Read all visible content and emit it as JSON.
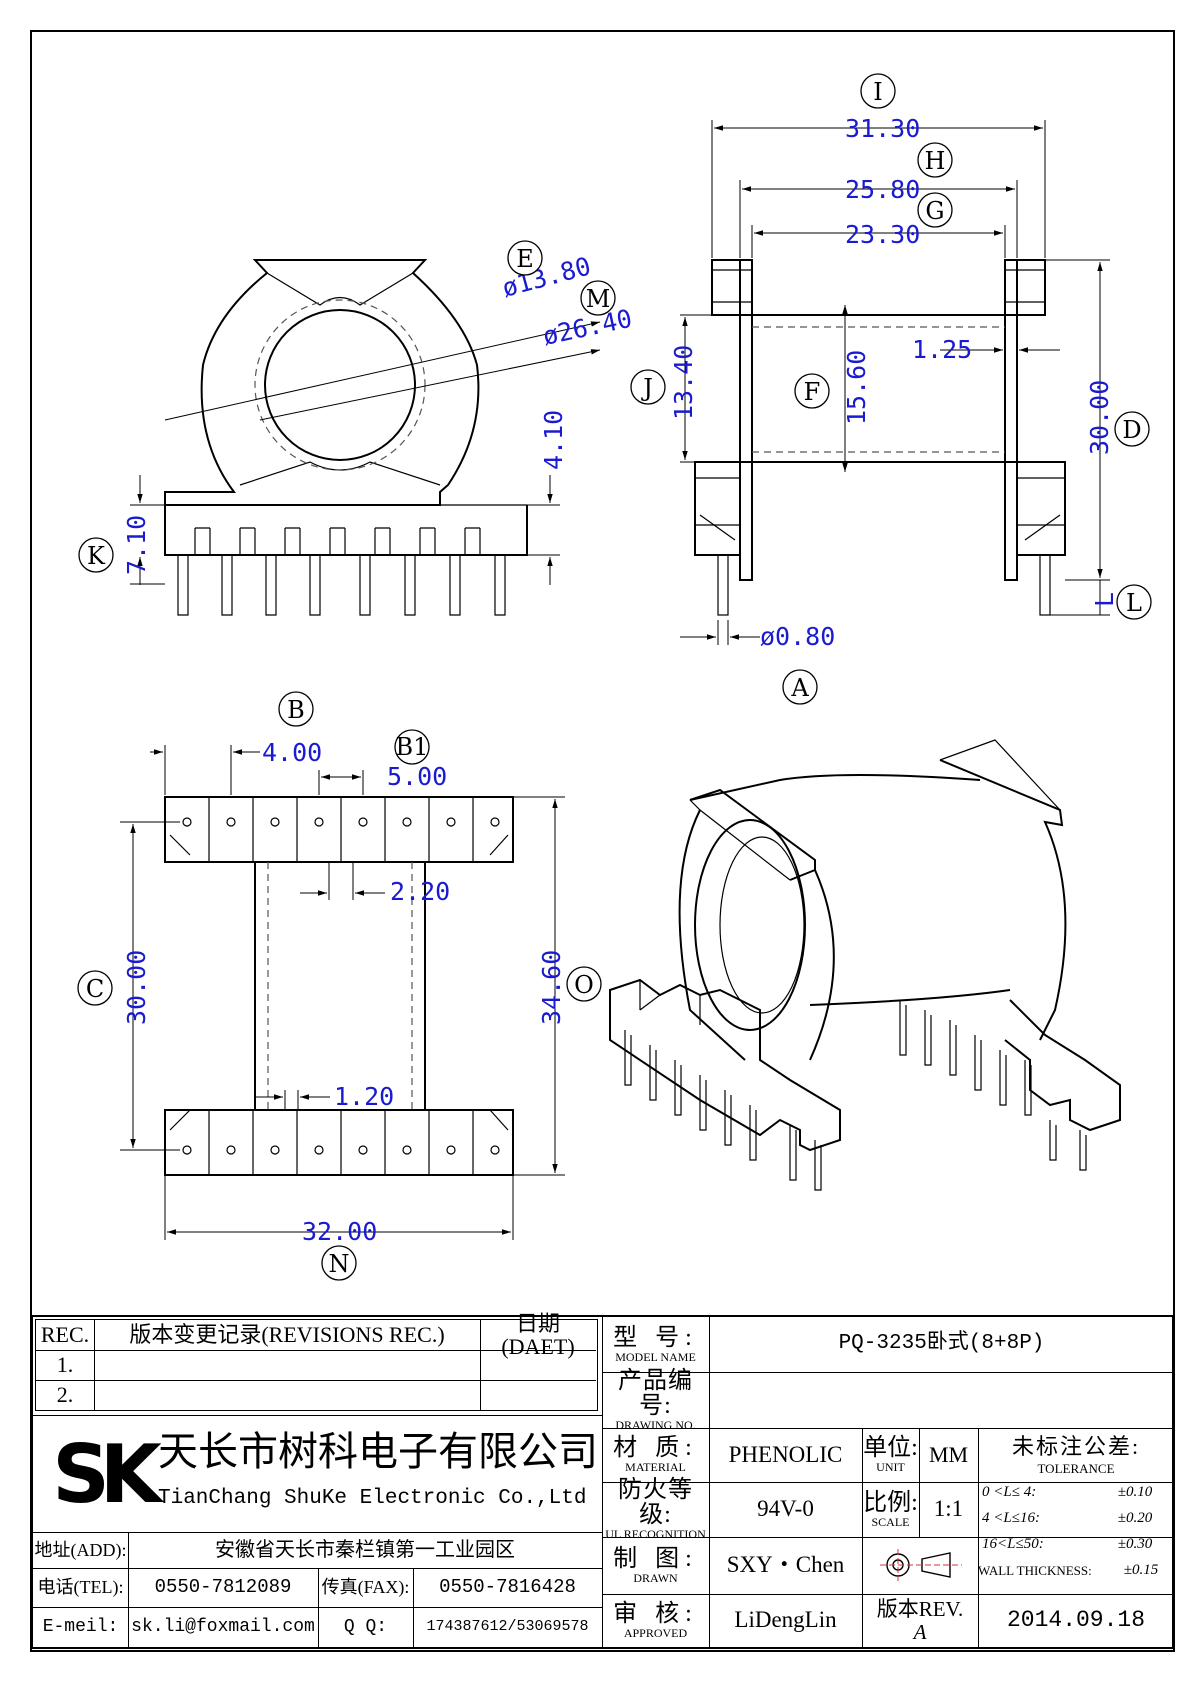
{
  "dimensions": {
    "d_31_30": "31.30",
    "d_25_80": "25.80",
    "d_23_30": "23.30",
    "d_13_80": "ø13.80",
    "d_26_40": "ø26.40",
    "d_13_40": "13.40",
    "d_15_60": "15.60",
    "d_1_25": "1.25",
    "d_30_00_side": "30.00",
    "d_4_10": "4.10",
    "d_7_10": "7.10",
    "d_0_80": "ø0.80",
    "d_L": "L",
    "d_4_00": "4.00",
    "d_5_00": "5.00",
    "d_2_20": "2.20",
    "d_30_00_bottom": "30.00",
    "d_34_60": "34.60",
    "d_1_20": "1.20",
    "d_32_00": "32.00"
  },
  "callouts": {
    "A": "A",
    "B": "B",
    "B1": "B1",
    "C": "C",
    "D": "D",
    "E": "E",
    "F": "F",
    "G": "G",
    "H": "H",
    "I": "I",
    "J": "J",
    "K": "K",
    "L": "L",
    "M": "M",
    "N": "N",
    "O": "O"
  },
  "title_block": {
    "rev_header": "REC.",
    "rev_desc_header": "版本变更记录(REVISIONS REC.)",
    "rev_date_header": "日期(DAET)",
    "rev_rows": [
      "1.",
      "2."
    ],
    "model_label_cn": "型 号:",
    "model_label_en": "MODEL NAME",
    "model_value": "PQ-3235卧式(8+8P)",
    "drawing_label_cn": "产品编号:",
    "drawing_label_en": "DRAWING NO.",
    "drawing_value": "",
    "material_label_cn": "材 质:",
    "material_label_en": "MATERIAL",
    "material_value": "PHENOLIC",
    "unit_label_cn": "单位:",
    "unit_label_en": "UNIT",
    "unit_value": "MM",
    "fire_label_cn": "防火等级:",
    "fire_label_en": "UL RECOGNITION",
    "fire_value": "94V-0",
    "scale_label_cn": "比例:",
    "scale_label_en": "SCALE",
    "scale_value": "1:1",
    "drawn_label_cn": "制 图:",
    "drawn_label_en": "DRAWN",
    "drawn_value": "SXY・Chen",
    "approved_label_cn": "审 核:",
    "approved_label_en": "APPROVED",
    "approved_value": "LiDengLin",
    "rev_label": "版本REV.",
    "rev_value": "A",
    "date_value": "2014.09.18",
    "tol_title": "未标注公差:",
    "tol_en": "TOLERANCE",
    "tol_rows": [
      {
        "range": "0 <L≤ 4:",
        "value": "±0.10"
      },
      {
        "range": "4 <L≤16:",
        "value": "±0.20"
      },
      {
        "range": "16<L≤50:",
        "value": "±0.30"
      },
      {
        "range": "WALL THICKNESS:",
        "value": "±0.15"
      }
    ],
    "logo_letters": "SK",
    "company_cn": "天长市树科电子有限公司",
    "company_en": "TianChang ShuKe Electronic Co.,Ltd",
    "addr_label": "地址(ADD):",
    "addr_value": "安徽省天长市秦栏镇第一工业园区",
    "tel_label": "电话(TEL):",
    "tel_value": "0550-7812089",
    "fax_label": "传真(FAX):",
    "fax_value": "0550-7816428",
    "email_label": "E-meil:",
    "email_value": "sk.li@foxmail.com",
    "qq_label": "Q Q:",
    "qq_value": "174387612/53069578"
  }
}
